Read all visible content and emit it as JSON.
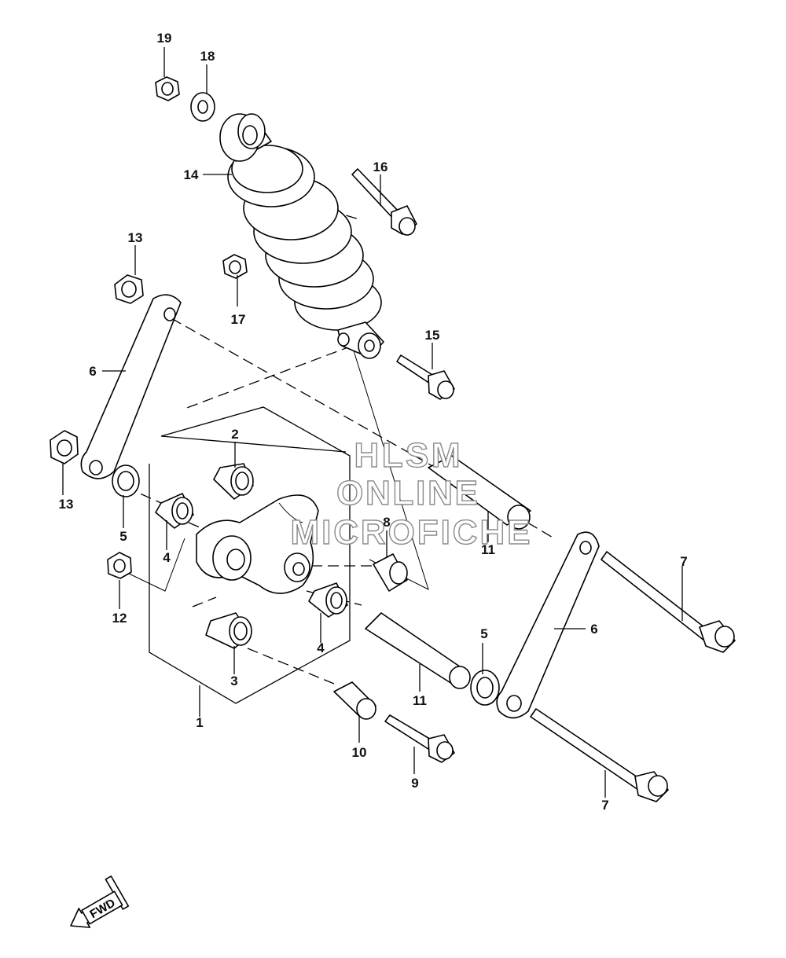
{
  "watermark": {
    "line1": "HLSM",
    "line2": "ONLINE",
    "line3": "MICROFICHE"
  },
  "fwd_label": "FWD",
  "callouts": [
    {
      "id": "c19",
      "text": "19"
    },
    {
      "id": "c18",
      "text": "18"
    },
    {
      "id": "c16",
      "text": "16"
    },
    {
      "id": "c14",
      "text": "14"
    },
    {
      "id": "c13a",
      "text": "13"
    },
    {
      "id": "c17",
      "text": "17"
    },
    {
      "id": "c15",
      "text": "15"
    },
    {
      "id": "c6a",
      "text": "6"
    },
    {
      "id": "c2",
      "text": "2"
    },
    {
      "id": "c13b",
      "text": "13"
    },
    {
      "id": "c5a",
      "text": "5"
    },
    {
      "id": "c4a",
      "text": "4"
    },
    {
      "id": "c8",
      "text": "8"
    },
    {
      "id": "c11a",
      "text": "11"
    },
    {
      "id": "c7a",
      "text": "7"
    },
    {
      "id": "c12",
      "text": "12"
    },
    {
      "id": "c6b",
      "text": "6"
    },
    {
      "id": "c4b",
      "text": "4"
    },
    {
      "id": "c5b",
      "text": "5"
    },
    {
      "id": "c3",
      "text": "3"
    },
    {
      "id": "c11b",
      "text": "11"
    },
    {
      "id": "c1",
      "text": "1"
    },
    {
      "id": "c10",
      "text": "10"
    },
    {
      "id": "c9",
      "text": "9"
    },
    {
      "id": "c7b",
      "text": "7"
    }
  ]
}
